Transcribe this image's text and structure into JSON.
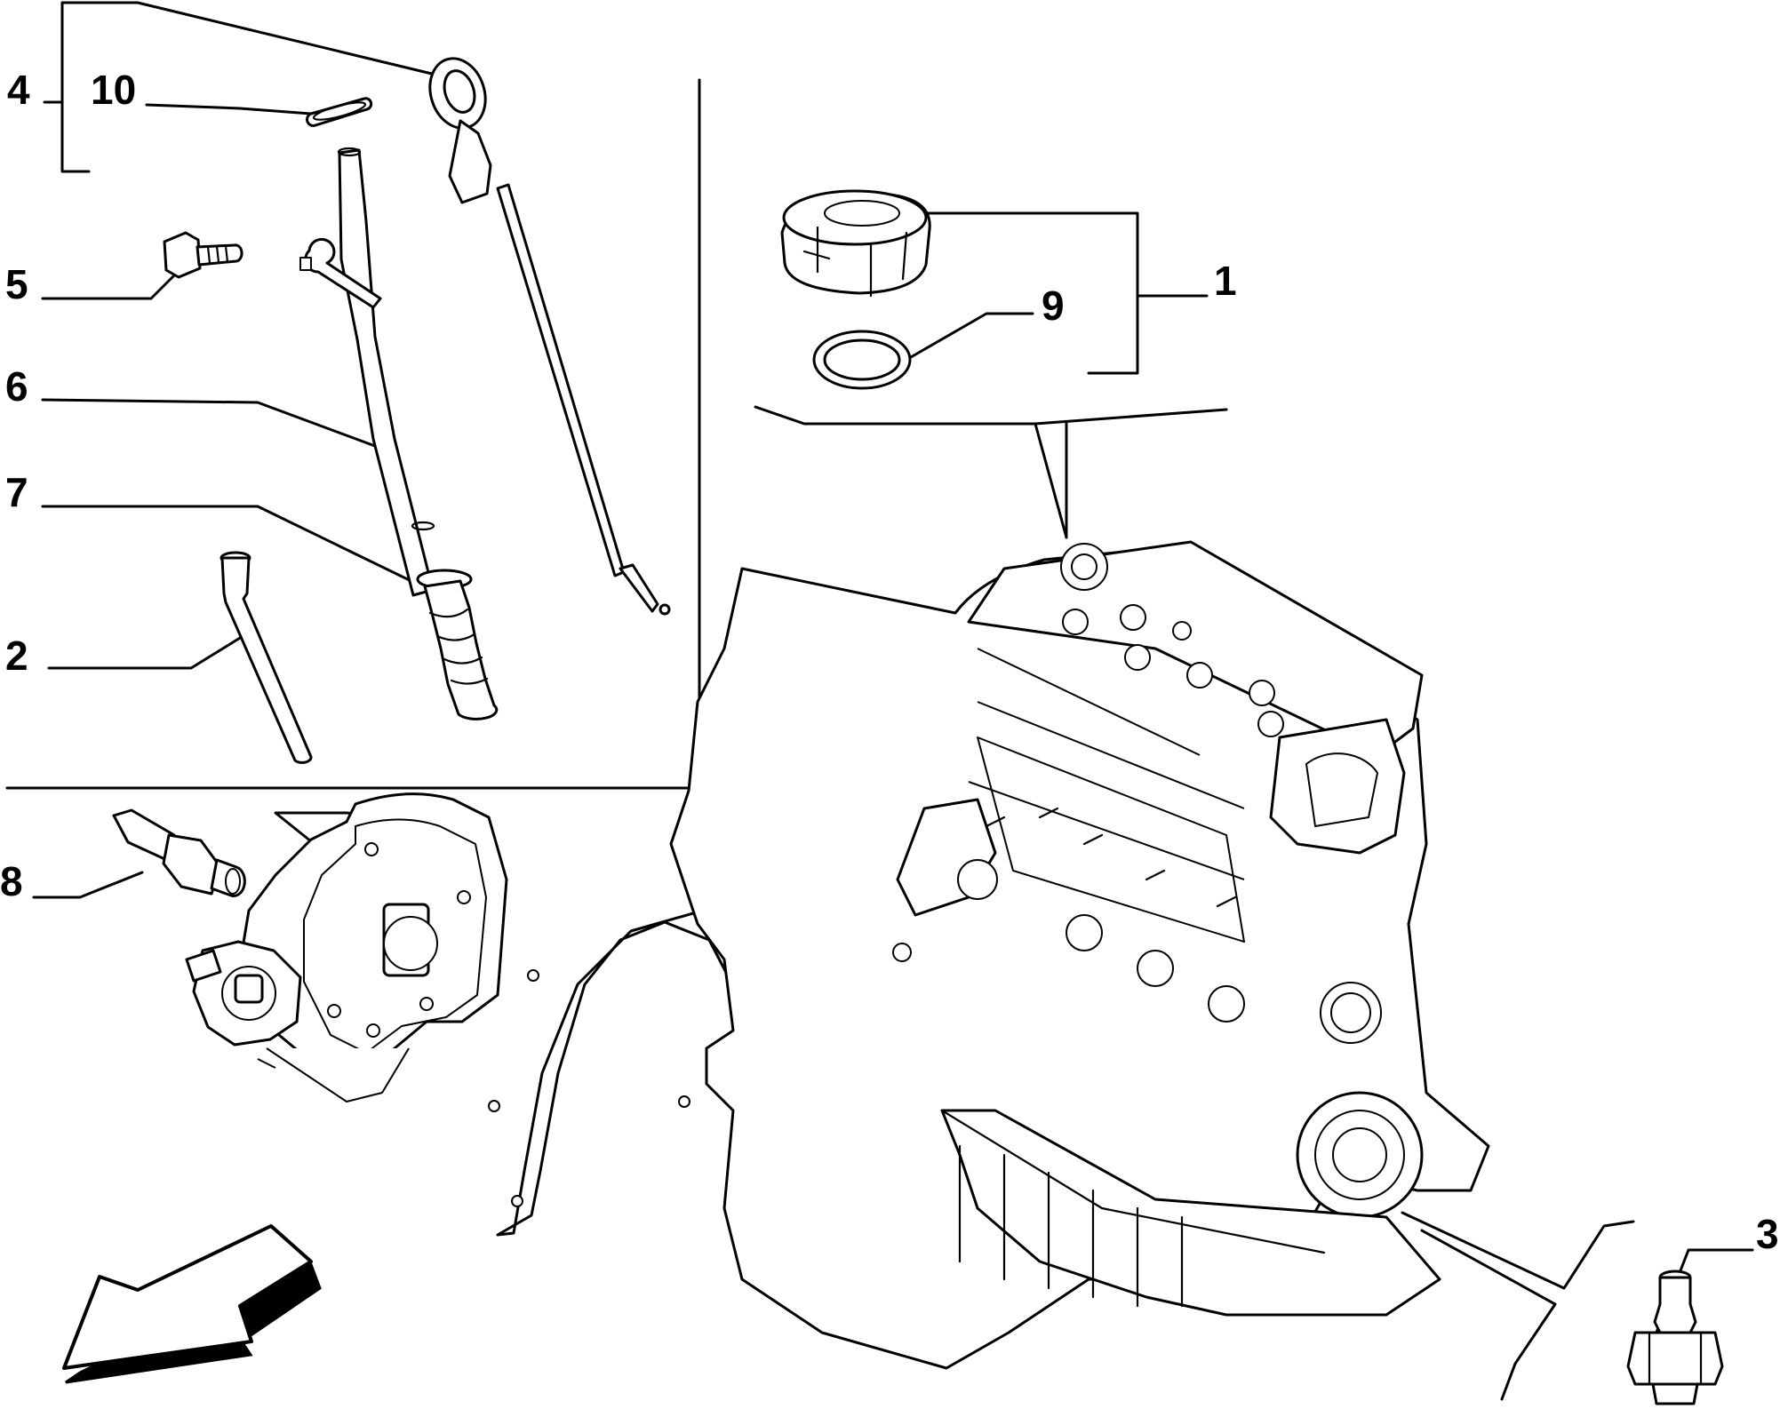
{
  "diagram": {
    "callouts": {
      "c1": "1",
      "c2": "2",
      "c3": "3",
      "c4": "4",
      "c5": "5",
      "c6": "6",
      "c7": "7",
      "c8": "8",
      "c9": "9",
      "c10": "10"
    },
    "parts": [
      "oil-filler-cap",
      "cap-seal-ring",
      "oil-dipstick",
      "dipstick-tube",
      "dipstick-seal-ring",
      "tube-bolt",
      "tube-grommet",
      "guide-pin",
      "oil-pressure-switch",
      "oil-pump-housing",
      "front-cover-gasket",
      "engine-block-assembly",
      "drain-plug",
      "direction-arrow"
    ],
    "colors": {
      "ink": "#000000",
      "paper": "#ffffff"
    }
  }
}
